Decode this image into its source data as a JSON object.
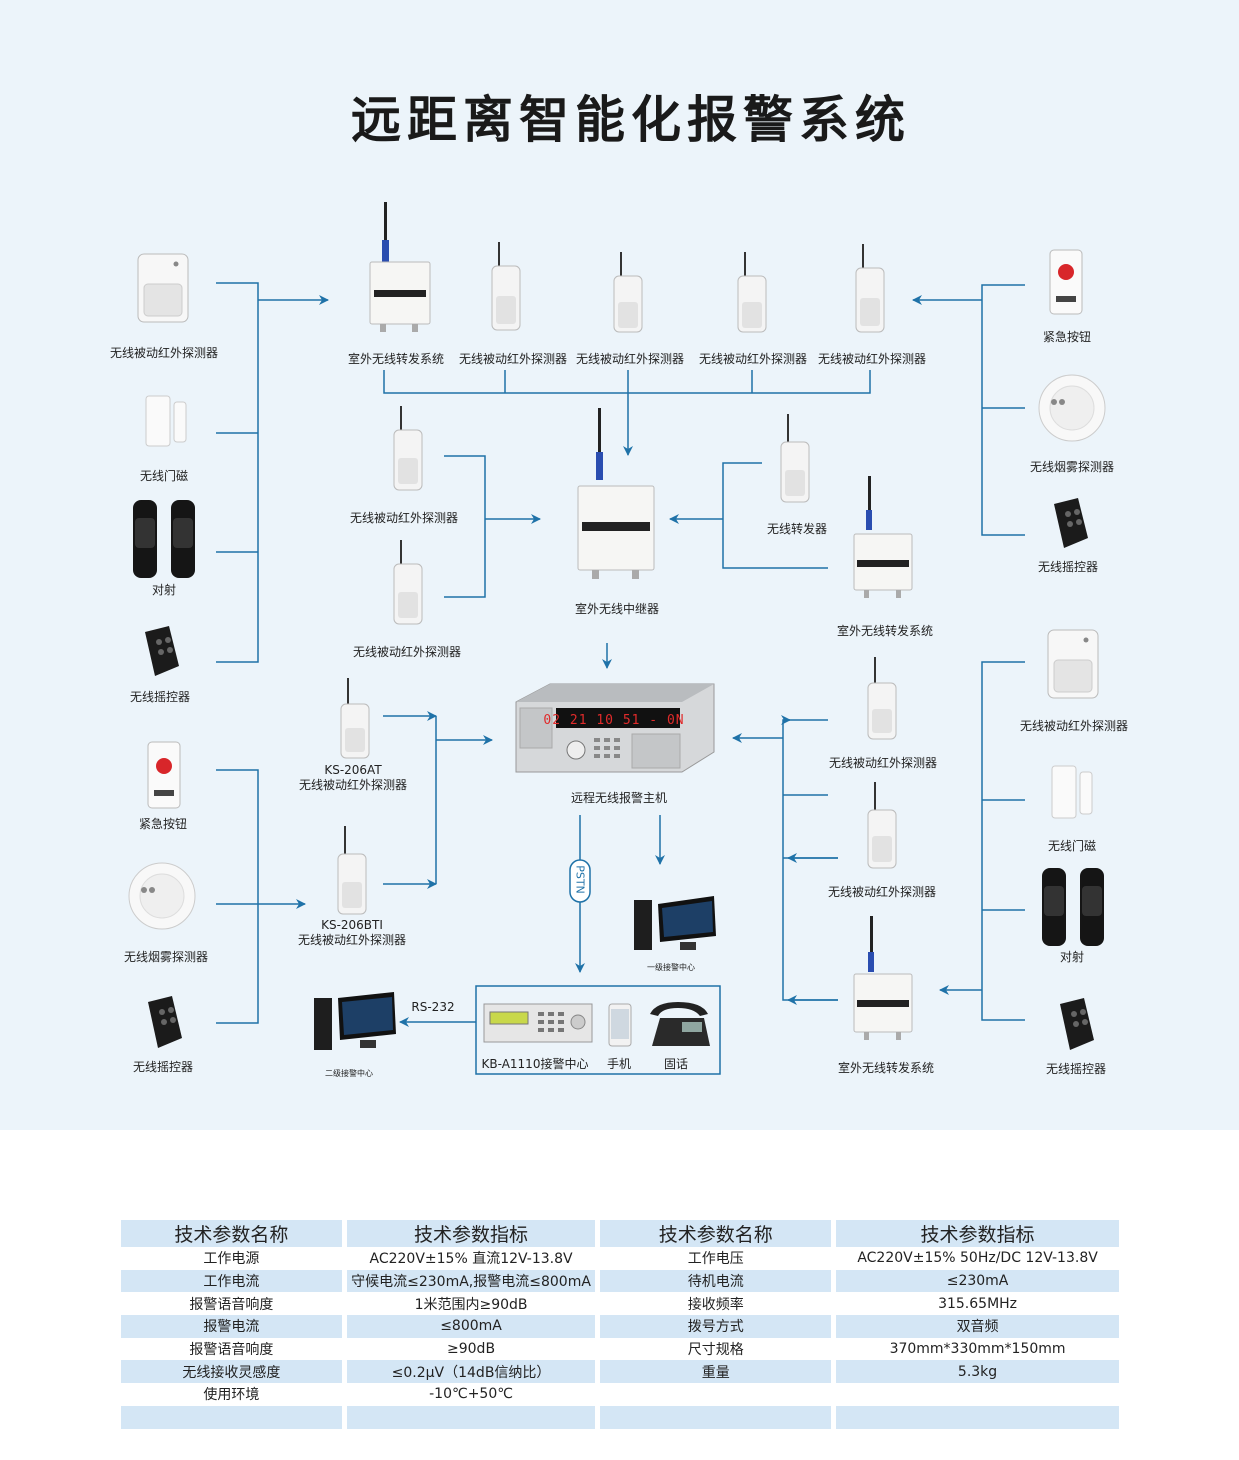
{
  "title": "远距离智能化报警系统",
  "colors": {
    "background": "#ecf4fa",
    "wire": "#1f72a8",
    "table_shade": "#d4e6f5"
  },
  "devices": {
    "left_top": {
      "pir": "无线被动红外探测器",
      "door": "无线门磁",
      "beam": "对射",
      "remote": "无线摇控器"
    },
    "left_bottom": {
      "button": "紧急按钮",
      "smoke": "无线烟雾探测器",
      "remote": "无线摇控器"
    },
    "top_row": [
      "室外无线转发系统",
      "无线被动红外探测器",
      "无线被动红外探测器",
      "无线被动红外探测器",
      "无线被动红外探测器"
    ],
    "right_top": {
      "button": "紧急按钮",
      "smoke": "无线烟雾探测器",
      "remote": "无线摇控器"
    },
    "middle": {
      "pir_upper": "无线被动红外探测器",
      "pir_lower": "无线被动红外探测器",
      "repeater": "室外无线中继器",
      "transmitter": "无线转发器",
      "outdoor_relay": "室外无线转发系统"
    },
    "host": "远程无线报警主机",
    "host_display": "02 21 10 51 - 0N",
    "ks206at": {
      "model": "KS-206AT",
      "name": "无线被动红外探测器"
    },
    "ks206bti": {
      "model": "KS-206BTI",
      "name": "无线被动红外探测器"
    },
    "right_middle": {
      "pir_upper": "无线被动红外探测器",
      "pir_lower": "无线被动红外探测器",
      "outdoor_relay": "室外无线转发系统"
    },
    "right_bottom": {
      "pir": "无线被动红外探测器",
      "door": "无线门磁",
      "beam": "对射",
      "remote": "无线摇控器"
    },
    "pstn": "PSTN",
    "center1": "一级接警中心",
    "center2": "二级接警中心",
    "rs232": "RS-232",
    "box": {
      "kb": "KB-A1110接警中心",
      "phone": "手机",
      "landline": "固话"
    }
  },
  "table": {
    "headers": [
      "技术参数名称",
      "技术参数指标",
      "技术参数名称",
      "技术参数指标"
    ],
    "rows": [
      [
        "工作电源",
        "AC220V±15% 直流12V-13.8V",
        "工作电压",
        "AC220V±15% 50Hz/DC 12V-13.8V"
      ],
      [
        "工作电流",
        "守候电流≤230mA,报警电流≤800mA",
        "待机电流",
        "≤230mA"
      ],
      [
        "报警语音响度",
        "1米范围内≥90dB",
        "接收频率",
        "315.65MHz"
      ],
      [
        "报警电流",
        "≤800mA",
        "拨号方式",
        "双音频"
      ],
      [
        "报警语音响度",
        "≥90dB",
        "尺寸规格",
        "370mm*330mm*150mm"
      ],
      [
        "无线接收灵感度",
        "≤0.2μV（14dB信纳比）",
        "重量",
        "5.3kg"
      ],
      [
        "使用环境",
        "-10℃+50℃",
        "",
        ""
      ],
      [
        "",
        "",
        "",
        ""
      ]
    ]
  }
}
